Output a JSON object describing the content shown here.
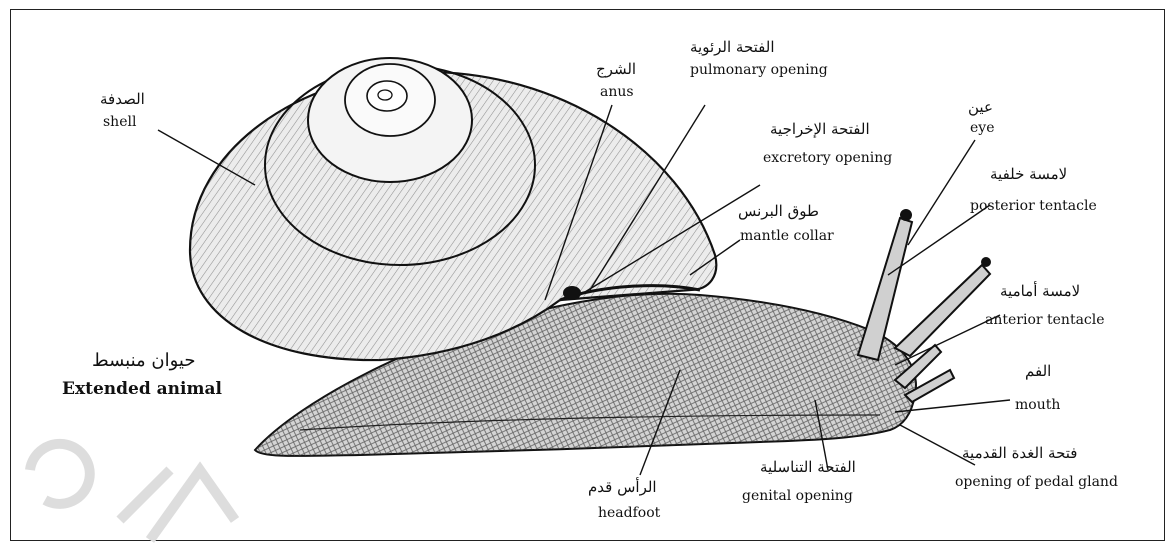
{
  "labels": {
    "shell": {
      "ar": "الصدفة",
      "en": "shell"
    },
    "anus": {
      "ar": "الشرج",
      "en": "anus"
    },
    "pulmonary_opening": {
      "ar": "الفتحة الرئوية",
      "en": "pulmonary opening"
    },
    "excretory_opening": {
      "ar": "الفتحة الإخراجية",
      "en": "excretory opening"
    },
    "mantle_collar": {
      "ar": "طوق البرنس",
      "en": "mantle collar"
    },
    "eye": {
      "ar": "عين",
      "en": "eye"
    },
    "posterior_tentacle": {
      "ar": "لامسة خلفية",
      "en": "posterior tentacle"
    },
    "anterior_tentacle": {
      "ar": "لامسة أمامية",
      "en": "anterior tentacle"
    },
    "mouth": {
      "ar": "الفم",
      "en": "mouth"
    },
    "pedal_gland": {
      "ar": "فتحة الغدة القدمية",
      "en": "opening of pedal gland"
    },
    "genital_opening": {
      "ar": "الفتحة التناسلية",
      "en": "genital opening"
    },
    "headfoot": {
      "ar": "الرأس قدم",
      "en": "headfoot"
    },
    "extended_animal": {
      "ar": "حيوان منبسط",
      "en": "Extended animal"
    }
  },
  "colors": {
    "ink": "#111111",
    "shell_fill": "#e9e9e9",
    "body_fill": "#cfcfcf",
    "watermark": "#dddddd"
  }
}
